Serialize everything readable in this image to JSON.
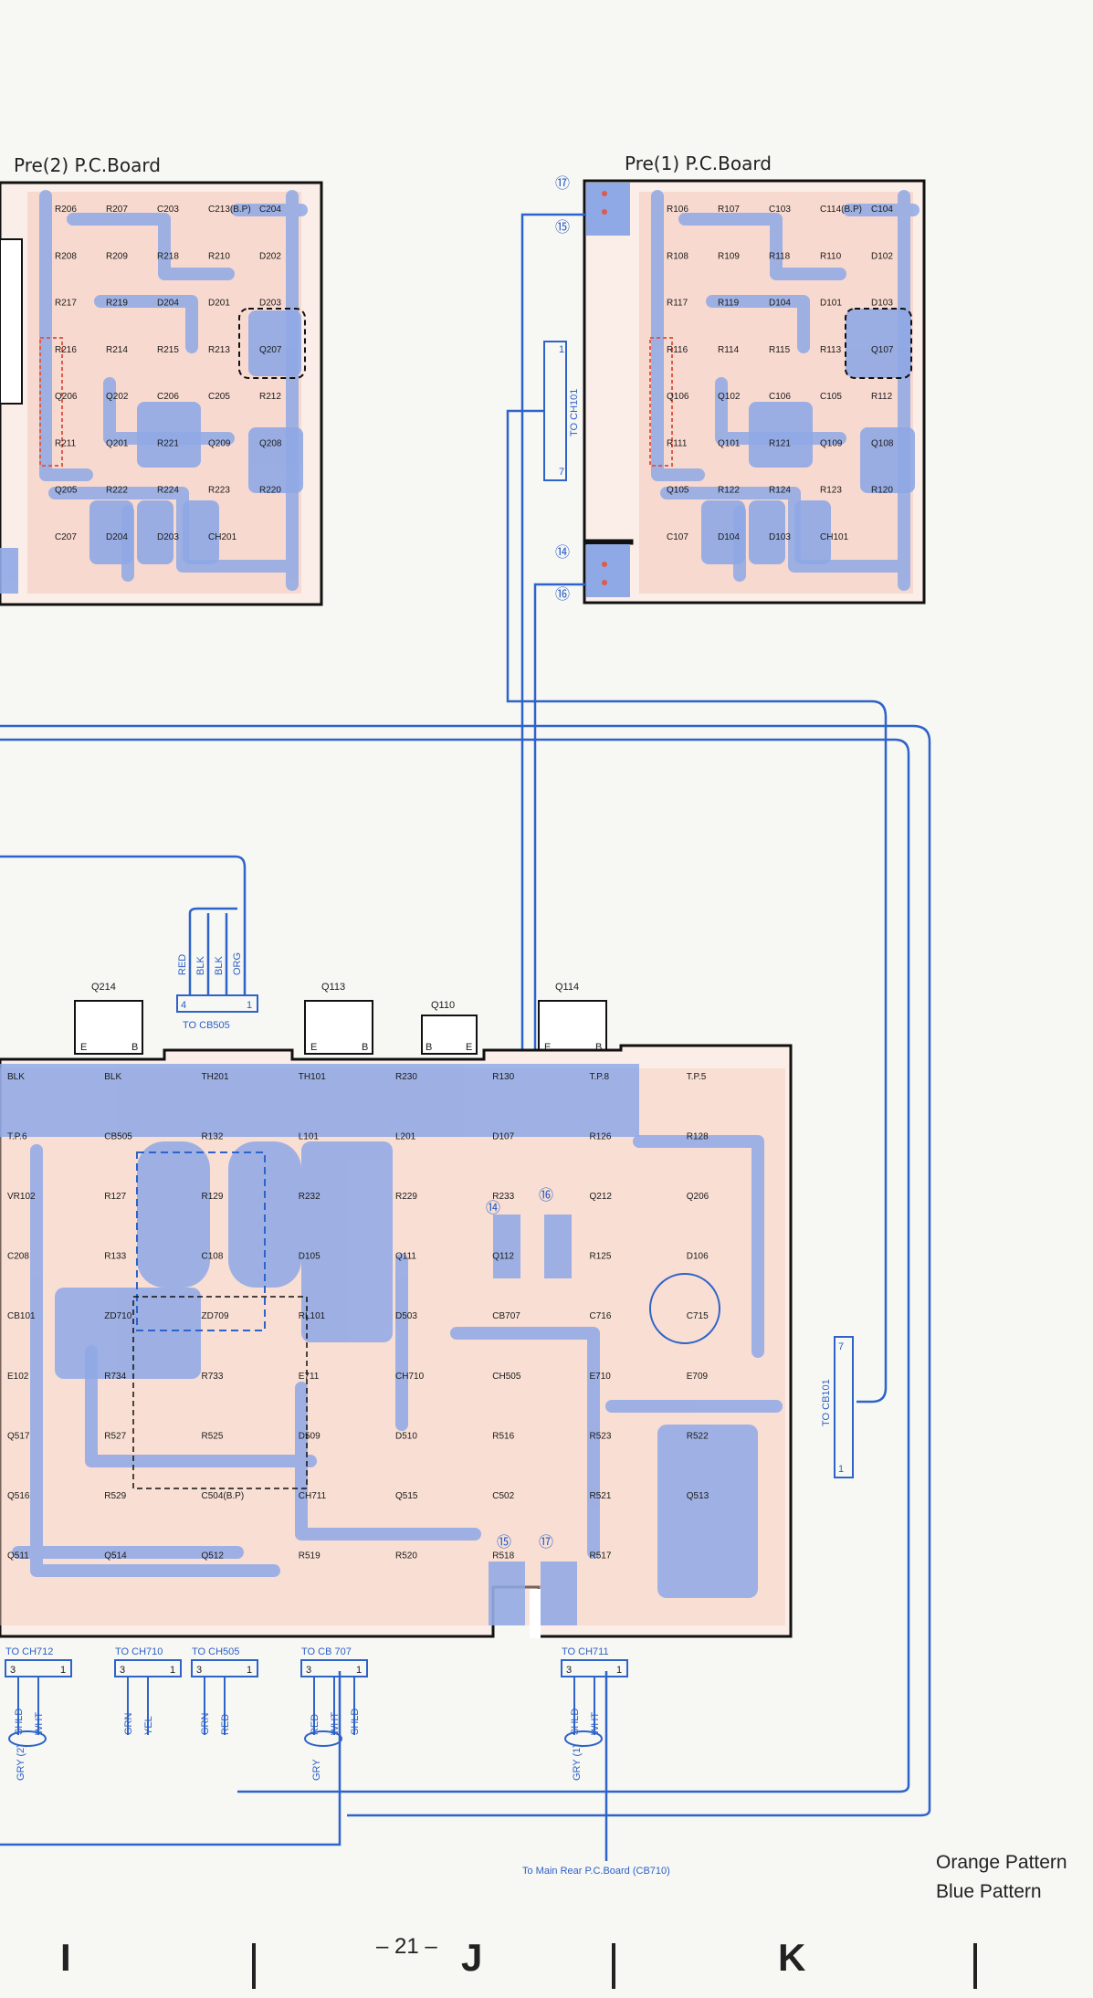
{
  "boards": {
    "pre2_title": "Pre(2) P.C.Board",
    "pre1_title": "Pre(1) P.C.Board"
  },
  "pre2_labels": [
    "R206",
    "R207",
    "C203",
    "C213(B.P)",
    "C204",
    "R208",
    "R209",
    "R218",
    "R210",
    "D202",
    "R217",
    "R219",
    "D204",
    "D201",
    "D203",
    "R216",
    "R214",
    "R215",
    "R213",
    "Q207",
    "Q206",
    "Q202",
    "C206",
    "C205",
    "R212",
    "R211",
    "Q201",
    "R221",
    "Q209",
    "Q208",
    "Q205",
    "R222",
    "R224",
    "R223",
    "R220",
    "C207",
    "D204",
    "D203",
    "CH201"
  ],
  "pre1_labels": [
    "R106",
    "R107",
    "C103",
    "C114(B.P)",
    "C104",
    "R108",
    "R109",
    "R118",
    "R110",
    "D102",
    "R117",
    "R119",
    "D104",
    "D101",
    "D103",
    "R116",
    "R114",
    "R115",
    "R113",
    "Q107",
    "Q106",
    "Q102",
    "C106",
    "C105",
    "R112",
    "R111",
    "Q101",
    "R121",
    "Q109",
    "Q108",
    "Q105",
    "R122",
    "R124",
    "R123",
    "R120",
    "C107",
    "D104",
    "D103",
    "CH101"
  ],
  "pins": {
    "p17": "⑰",
    "p15": "⑮",
    "p14": "⑭",
    "p16": "⑯"
  },
  "connectors": {
    "to_ch101": {
      "label": "TO CH101",
      "pin_a": "1",
      "pin_b": "7"
    },
    "to_cb505": {
      "label": "TO CB505",
      "pin_a": "4",
      "pin_b": "1",
      "wires": [
        "RED",
        "BLK",
        "BLK",
        "ORG"
      ]
    },
    "to_cb101": {
      "label": "TO CB101",
      "pin_a": "7",
      "pin_b": "1"
    }
  },
  "transistors": {
    "q214": "Q214",
    "q113": "Q113",
    "q110": "Q110",
    "q114": "Q114"
  },
  "pin_letters": {
    "e": "E",
    "b": "B"
  },
  "main_labels": [
    "BLK",
    "BLK",
    "TH201",
    "TH101",
    "R230",
    "R130",
    "T.P.8",
    "T.P.5",
    "T.P.6",
    "CB505",
    "R132",
    "L101",
    "L201",
    "D107",
    "R126",
    "R128",
    "VR102",
    "R127",
    "R129",
    "R232",
    "R229",
    "R233",
    "Q212",
    "Q206",
    "C208",
    "R133",
    "C108",
    "D105",
    "Q111",
    "Q112",
    "R125",
    "D106",
    "CB101",
    "ZD710",
    "ZD709",
    "RL101",
    "D503",
    "CB707",
    "C716",
    "C715",
    "E102",
    "R734",
    "R733",
    "E711",
    "CH710",
    "CH505",
    "E710",
    "E709",
    "Q517",
    "R527",
    "R525",
    "D509",
    "D510",
    "R516",
    "R523",
    "R522",
    "Q516",
    "R529",
    "C504(B.P)",
    "CH711",
    "Q515",
    "C502",
    "R521",
    "Q513",
    "Q511",
    "Q514",
    "Q512",
    "R519",
    "R520",
    "R518",
    "R517"
  ],
  "bottom_connectors": [
    {
      "label": "TO CH712",
      "pin_a": "3",
      "pin_b": "1",
      "wires": [
        "SHLD",
        "WHT"
      ],
      "sub": "GRY (2)"
    },
    {
      "label": "TO CH710",
      "pin_a": "3",
      "pin_b": "1",
      "wires": [
        "GRN",
        "YEL"
      ]
    },
    {
      "label": "TO CH505",
      "pin_a": "3",
      "pin_b": "1",
      "wires": [
        "GRN",
        "RED"
      ]
    },
    {
      "label": "TO CB 707",
      "pin_a": "3",
      "pin_b": "1",
      "wires": [
        "RED",
        "WHT",
        "SHLD"
      ],
      "sub": "GRY"
    },
    {
      "label": "TO CH711",
      "pin_a": "3",
      "pin_b": "1",
      "wires": [
        "SHLD",
        "WHT"
      ],
      "sub": "GRY (1)"
    }
  ],
  "bottom_note": "To Main Rear P.C.Board (CB710)",
  "legend": {
    "orange": "Orange Pattern",
    "blue": "Blue Pattern"
  },
  "footer": {
    "page": "– 21 –",
    "letters": [
      "I",
      "J",
      "K"
    ]
  },
  "colors": {
    "blue_wire": "#2e63c9",
    "blue_pattern": "#8fa9e6",
    "orange_pattern": "#f3c2b2",
    "ink": "#111111"
  }
}
